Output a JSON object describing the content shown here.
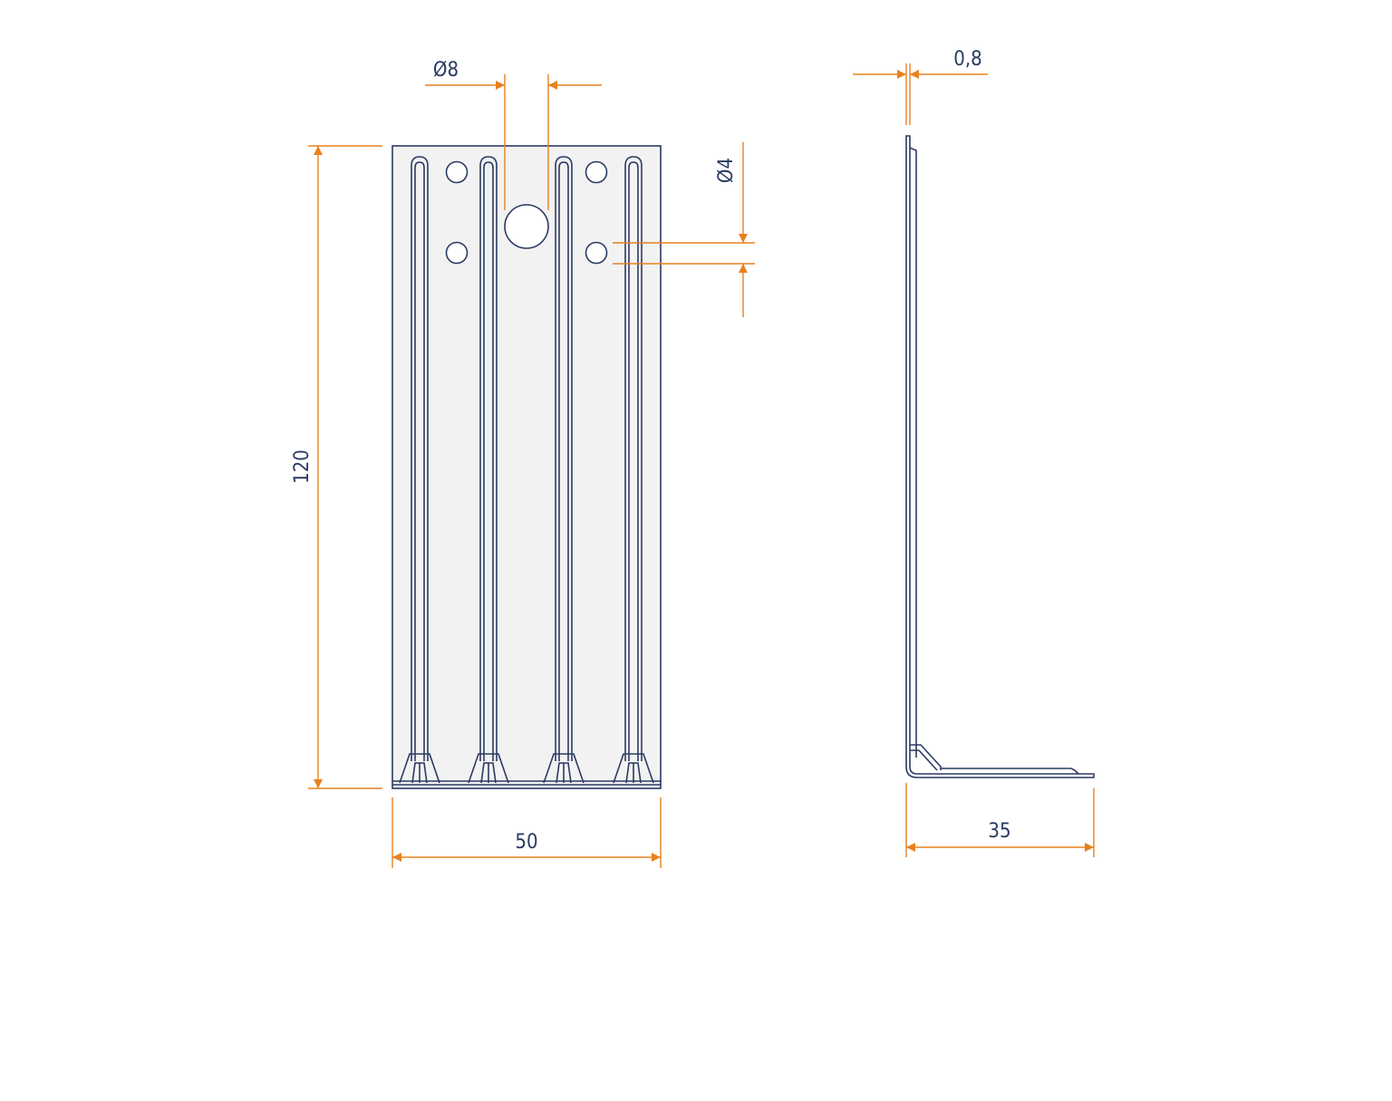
{
  "dimensions": {
    "hole_large": "Ø8",
    "hole_small": "Ø4",
    "height": "120",
    "width": "50",
    "thickness": "0,8",
    "leg_length": "35"
  },
  "colors": {
    "outline": "#2b3a63",
    "dimension": "#e8801e",
    "part_fill": "#f2f2f2"
  }
}
